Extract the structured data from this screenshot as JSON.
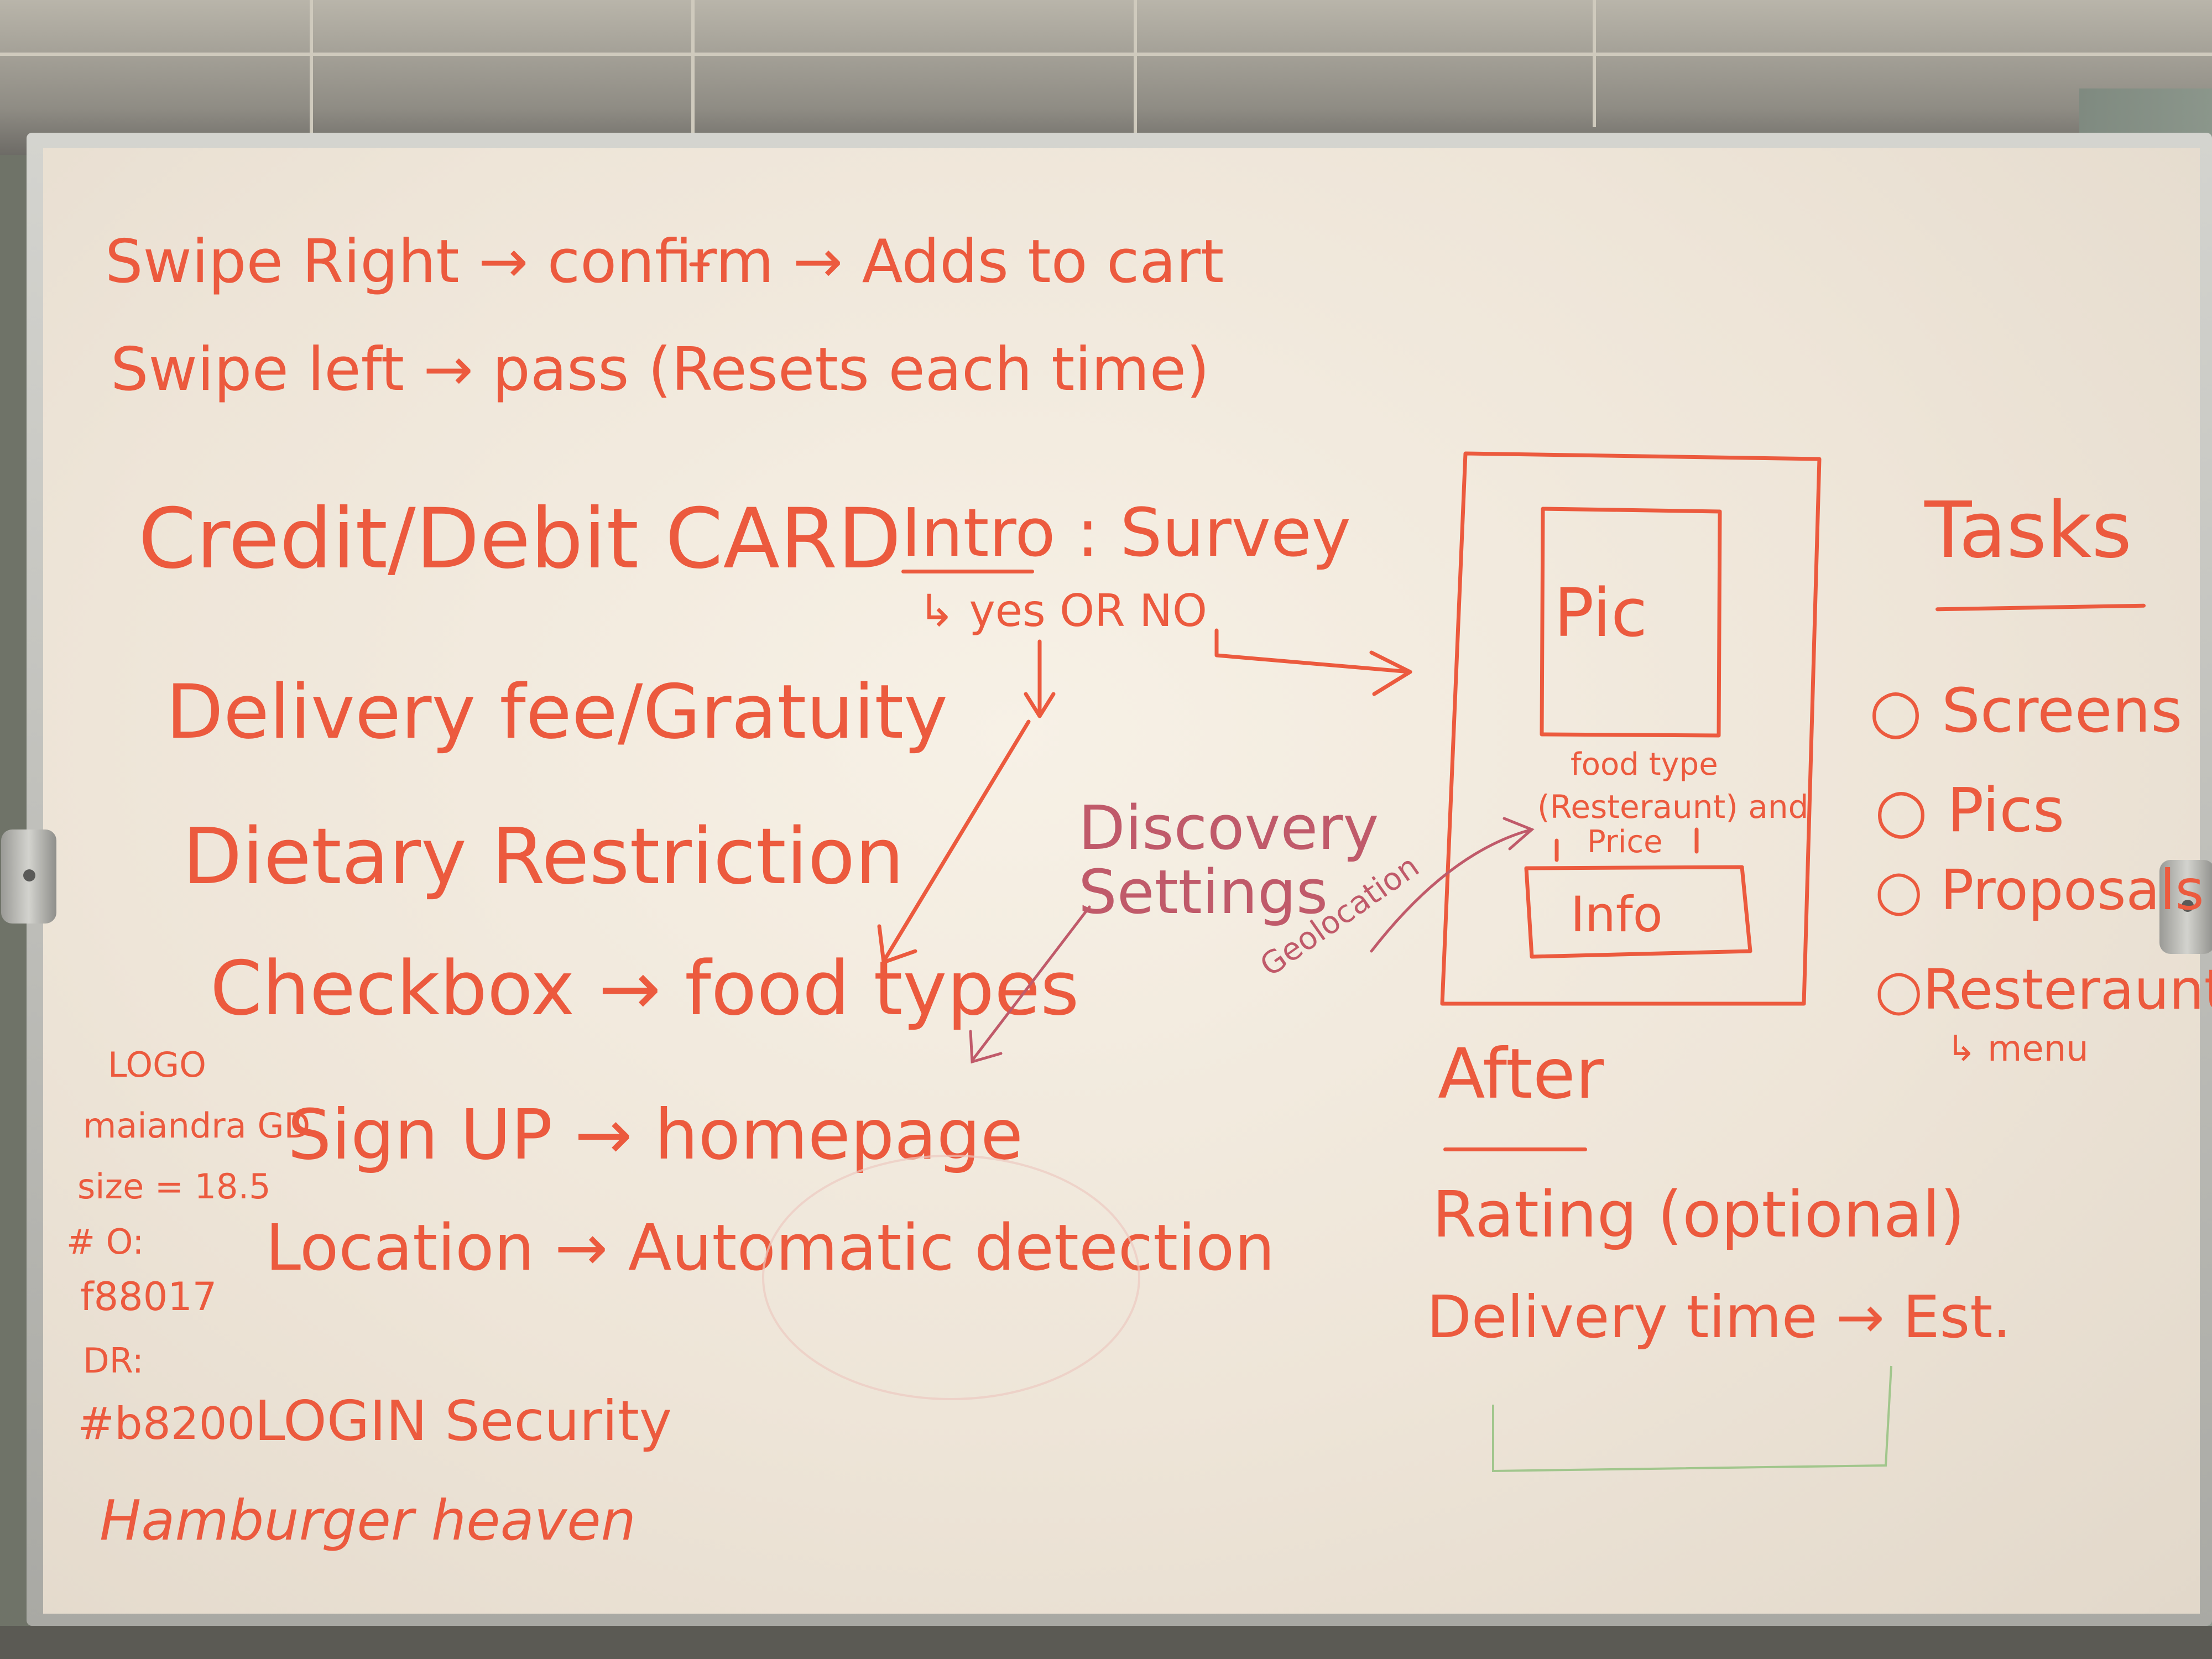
{
  "whiteboard": {
    "swipe": {
      "right": "Swipe Right → confirm → Adds to cart",
      "left": "Swipe left → pass (Resets each time)"
    },
    "features": {
      "credit": "Credit/Debit CARD",
      "delivery": "Delivery fee/Gratuity",
      "dietary": "Dietary Restriction",
      "checkbox": "Checkbox → food types",
      "signup": "Sign UP → homepage",
      "location": "Location → Automatic detection",
      "login": "LOGIN Security"
    },
    "branding": {
      "logo": "LOGO",
      "font": "maiandra GD",
      "size": "size = 18.5",
      "o_label": "#  O:",
      "o_color": "f88017",
      "dr_label": "DR:",
      "dr_color": "#b8200",
      "name": "Hamburger heaven"
    },
    "flow": {
      "intro": "Intro : Survey",
      "yes_no": "↳ yes OR NO",
      "discovery": "Discovery Settings",
      "geolocation": "Geolocation"
    },
    "phone": {
      "pic": "Pic",
      "food_type": "food type",
      "restaurant": "(Resteraunt) and",
      "price": "Price",
      "info": "Info"
    },
    "after": {
      "heading": "After",
      "rating": "Rating (optional)",
      "delivery": "Delivery time → Est."
    },
    "tasks": {
      "heading": "Tasks",
      "items": [
        "Screens",
        "Pics",
        "Proposals",
        "Resteraunt"
      ],
      "sub": "↳ menu"
    },
    "colors": {
      "ink_orange": "#ec5a3e",
      "ink_purple": "#c05a6a",
      "ink_green": "#8fbf7a",
      "board": "#f2eadf",
      "frame": "#c4c4bf"
    }
  }
}
